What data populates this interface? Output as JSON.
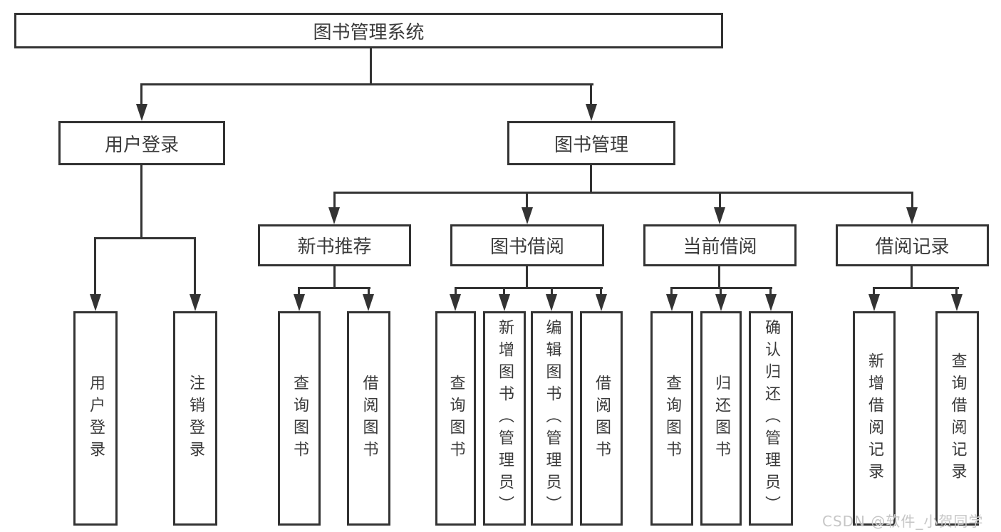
{
  "tree": {
    "label": "图书管理系统",
    "children": [
      {
        "label": "用户登录",
        "children": [
          {
            "label": "用户登录"
          },
          {
            "label": "注销登录"
          }
        ]
      },
      {
        "label": "图书管理",
        "children": [
          {
            "label": "新书推荐",
            "children": [
              {
                "label": "查询图书"
              },
              {
                "label": "借阅图书"
              }
            ]
          },
          {
            "label": "图书借阅",
            "children": [
              {
                "label": "查询图书"
              },
              {
                "label": "新增图书（管理员）"
              },
              {
                "label": "编辑图书（管理员）"
              },
              {
                "label": "借阅图书"
              }
            ]
          },
          {
            "label": "当前借阅",
            "children": [
              {
                "label": "查询图书"
              },
              {
                "label": "归还图书"
              },
              {
                "label": "确认归还（管理员）"
              }
            ]
          },
          {
            "label": "借阅记录",
            "children": [
              {
                "label": "新增借阅记录"
              },
              {
                "label": "查询借阅记录"
              }
            ]
          }
        ]
      }
    ]
  },
  "watermark": "CSDN @软件_小贺同学",
  "colors": {
    "background": "#ffffff",
    "box_border": "#333333",
    "connector": "#333333",
    "text": "#3a3a3a",
    "watermark": "#c6c6c6"
  }
}
